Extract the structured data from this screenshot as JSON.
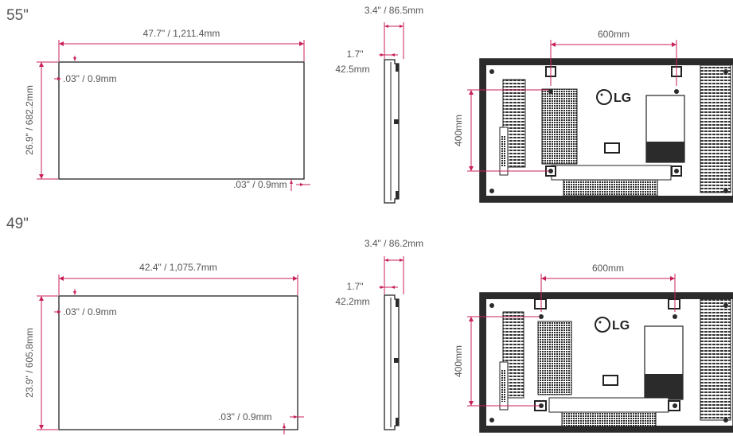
{
  "sections": [
    {
      "size": "55\"",
      "width": "47.7\" / 1,211.4mm",
      "height": "26.9\" / 682.2mm",
      "bezel_top": ".03\" / 0.9mm",
      "bezel_bottom": ".03\" / 0.9mm",
      "depth": "3.4\" / 86.5mm",
      "side_top": "1.7\"",
      "side_bottom": "42.5mm",
      "vesa_h": "600mm",
      "vesa_v": "400mm",
      "logo": "LG"
    },
    {
      "size": "49\"",
      "width": "42.4\" / 1,075.7mm",
      "height": "23.9\" / 605.8mm",
      "bezel_top": ".03\" / 0.9mm",
      "bezel_bottom": ".03\" / 0.9mm",
      "depth": "3.4\" / 86.2mm",
      "side_top": "1.7\"",
      "side_bottom": "42.2mm",
      "vesa_h": "600mm",
      "vesa_v": "400mm",
      "logo": "LG"
    }
  ],
  "colors": {
    "dimension": "#c8205a",
    "text": "#555555",
    "outline": "#222222"
  }
}
